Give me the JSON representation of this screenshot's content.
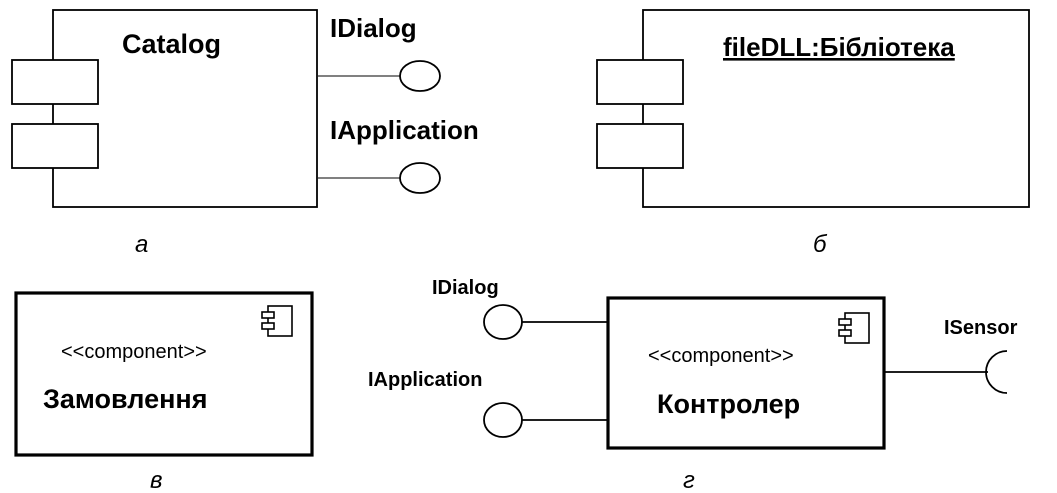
{
  "panel_a": {
    "component_name": "Catalog",
    "interface_top": "IDialog",
    "interface_bottom": "IApplication",
    "caption": "а"
  },
  "panel_b": {
    "instance_name": "fileDLL:Бібліотека",
    "caption": "б"
  },
  "panel_v": {
    "stereotype": "<<component>>",
    "component_name": "Замовлення",
    "caption": "в"
  },
  "panel_g": {
    "interface_top": "IDialog",
    "interface_bottom": "IApplication",
    "required_interface": "ISensor",
    "stereotype": "<<component>>",
    "component_name": "Контролер",
    "caption": "г"
  }
}
